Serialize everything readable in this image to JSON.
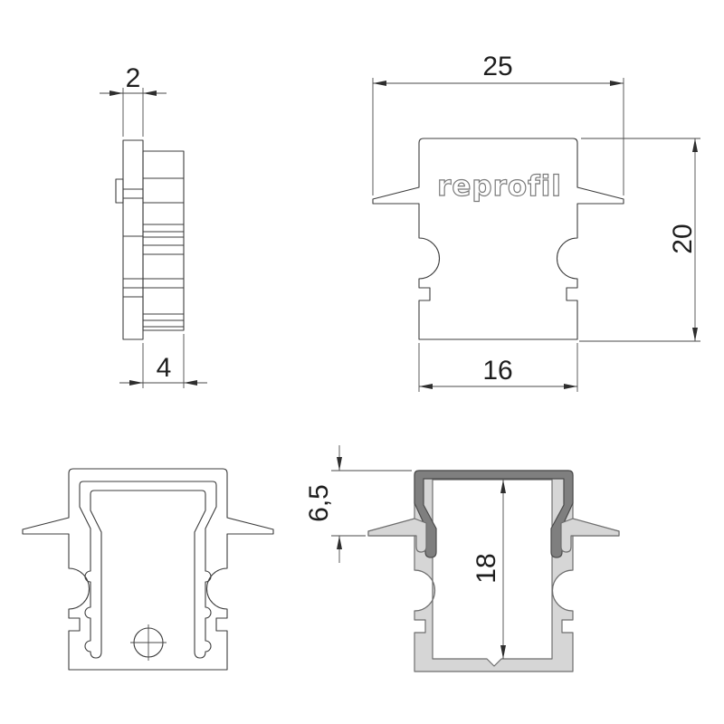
{
  "drawing": {
    "logo_text": "reprofil",
    "dimensions": {
      "side_front_thickness": "2",
      "side_total_depth": "4",
      "front_overall_width": "25",
      "front_overall_height": "20",
      "front_body_width": "16",
      "section_groove_depth": "6,5",
      "section_inner_height": "18"
    },
    "colors": {
      "line": "#3c3c3c",
      "dimension": "#2e2e2e",
      "profile_fill": "#d6d6d6",
      "profile_stroke": "#6e6e6e",
      "cap_fill": "#7f7f7f",
      "cap_stroke": "#4b4b4b",
      "logo_stroke": "#7a7a7a",
      "background": "#ffffff"
    }
  }
}
